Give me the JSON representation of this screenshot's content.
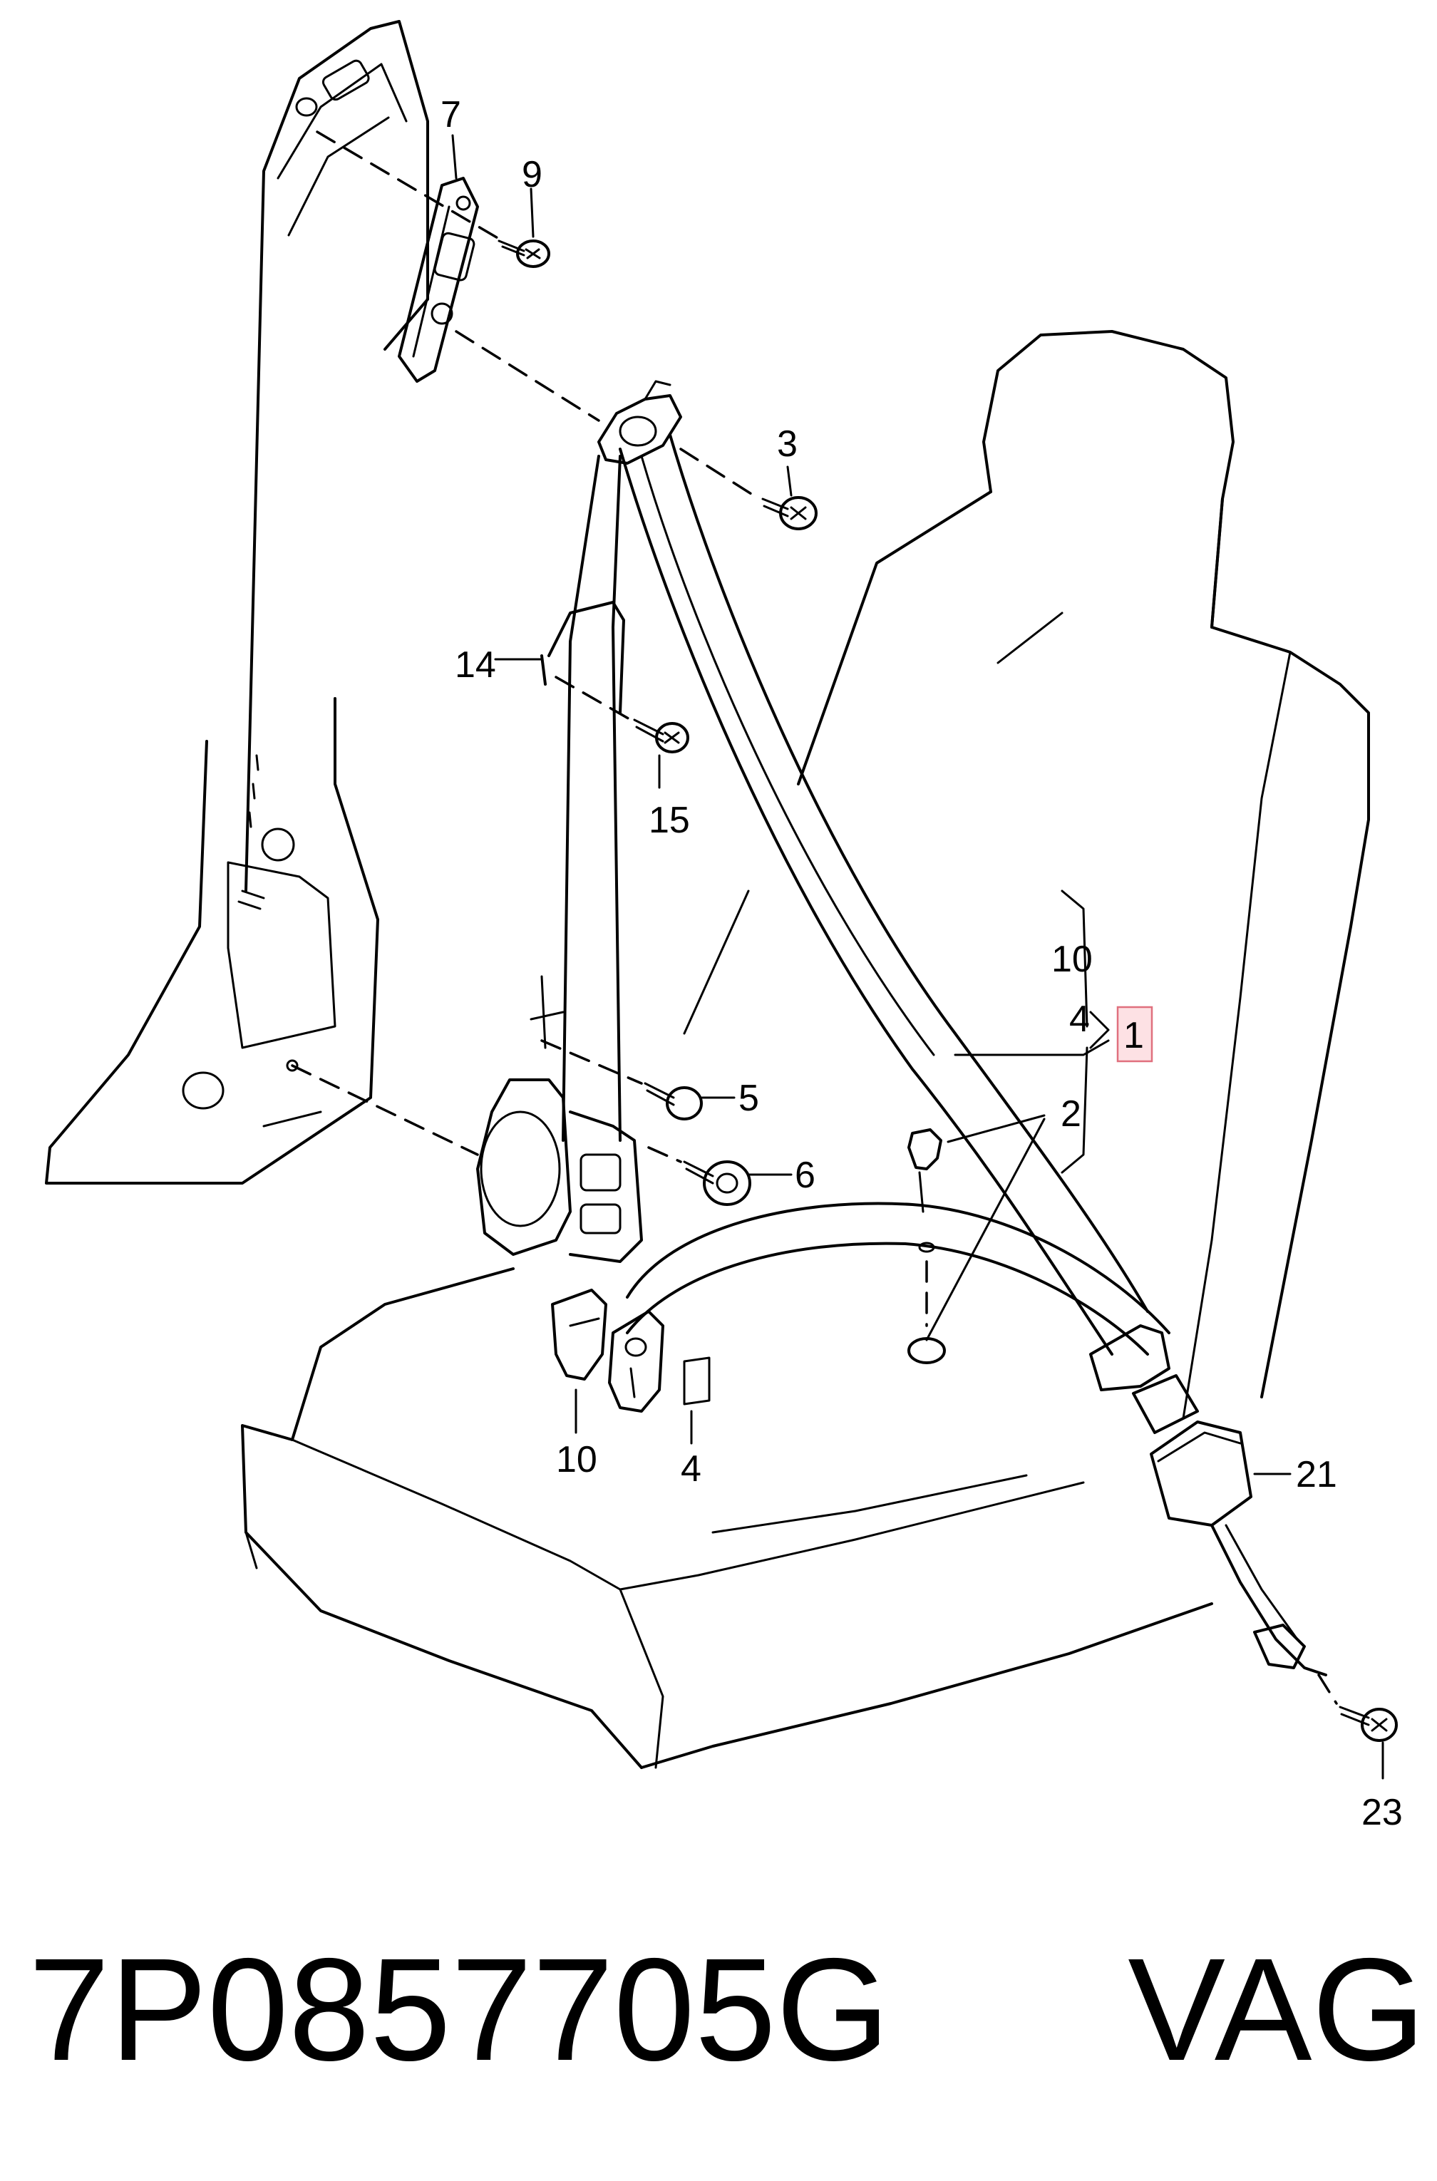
{
  "callouts": {
    "c1": "1",
    "c2": "2",
    "c3": "3",
    "c4a": "4",
    "c4b": "4",
    "c5": "5",
    "c6": "6",
    "c7": "7",
    "c9": "9",
    "c10a": "10",
    "c10b": "10",
    "c14": "14",
    "c15": "15",
    "c21": "21",
    "c23": "23"
  },
  "caption": {
    "part_number": "7P0857705G",
    "brand": "VAG"
  },
  "highlight_color": "#fde1e4"
}
